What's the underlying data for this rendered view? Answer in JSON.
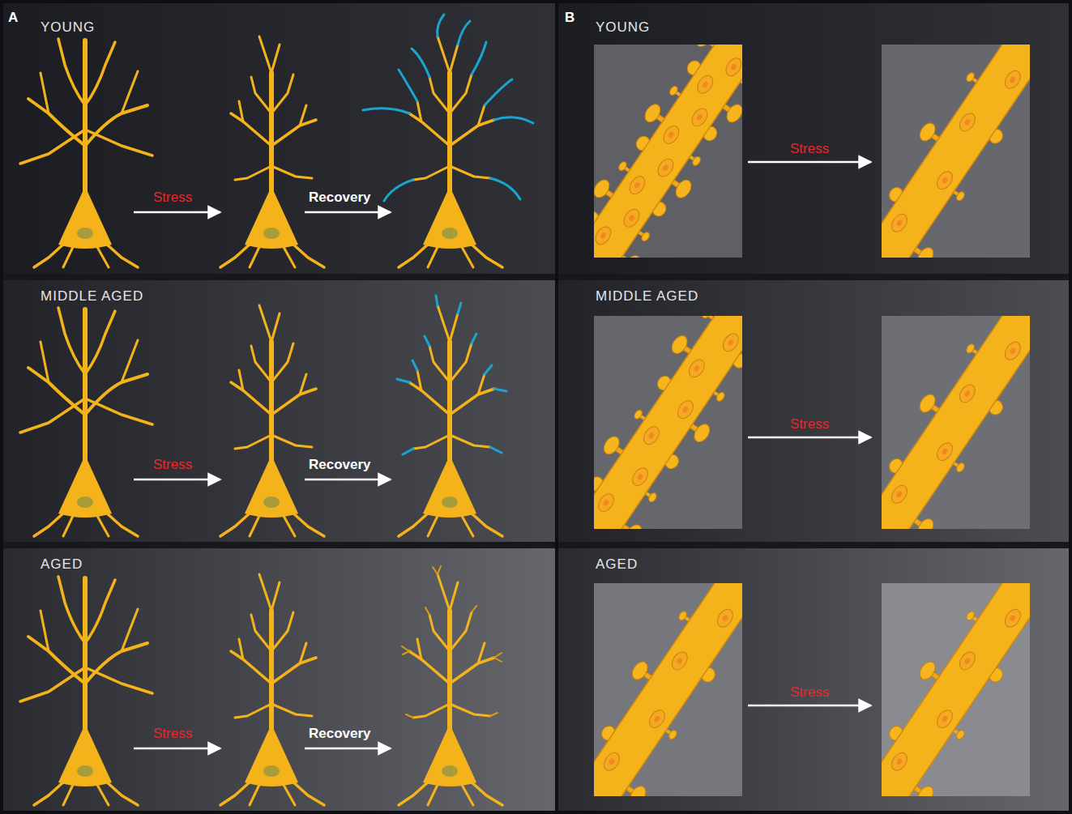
{
  "diagram": {
    "nodes": [
      {
        "text": [
          "A"
        ]
      },
      {
        "text": [
          "YOUNG"
        ],
        "in": 0
      },
      {
        "text": [
          "MIDDLE AGED"
        ],
        "in": 0
      },
      {
        "text": [
          "AGED"
        ],
        "in": 0
      },
      {
        "text": [
          "B"
        ]
      },
      {
        "text": [
          "YOUNG"
        ],
        "in": 4
      },
      {
        "text": [
          "MIDDLE AGED"
        ],
        "in": 4
      },
      {
        "text": [
          "AGED"
        ],
        "in": 4
      }
    ],
    "labels": [
      "Stress",
      "Recovery",
      "Stress",
      "Recovery",
      "Stress",
      "Recovery",
      "Stress",
      "Stress",
      "Stress"
    ]
  }
}
